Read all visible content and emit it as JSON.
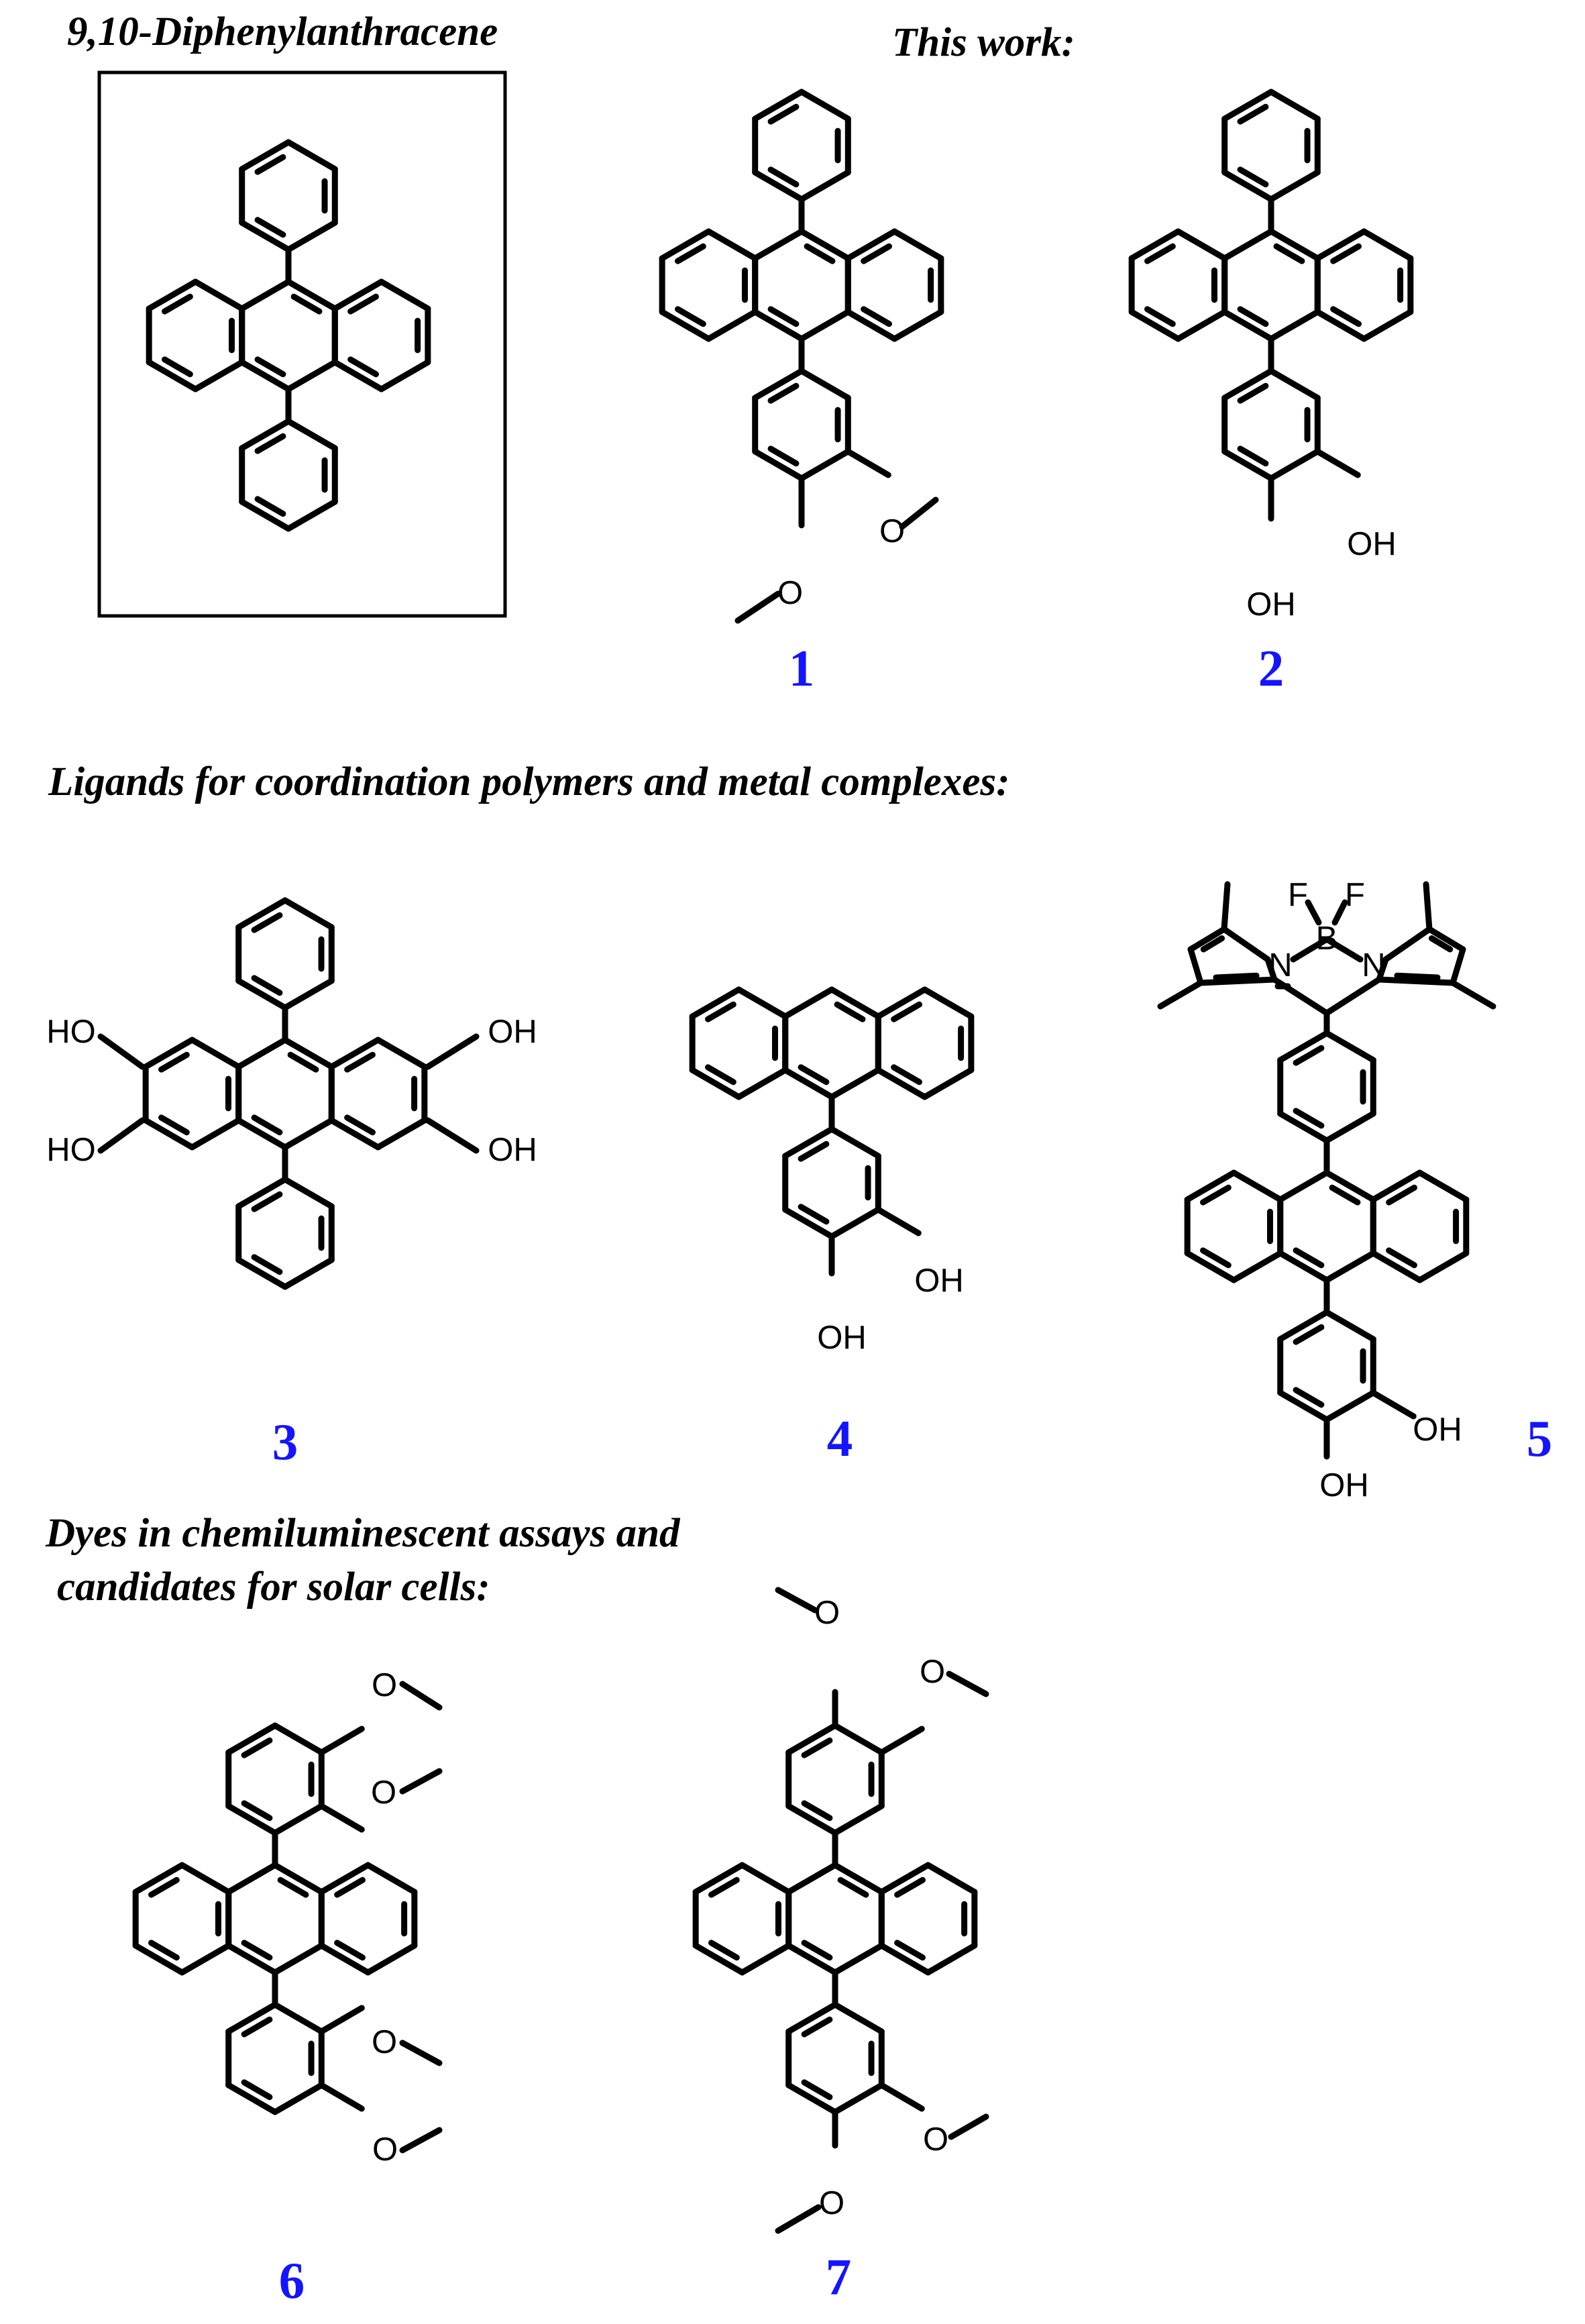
{
  "headings": {
    "dpa": "9,10-Diphenylanthracene",
    "this_work": "This work:",
    "ligands": "Ligands for coordination polymers and metal complexes:",
    "dyes_line1": "Dyes in chemiluminescent assays and",
    "dyes_line2": " candidates for solar cells:"
  },
  "compound_numbers": {
    "c1": "1",
    "c2": "2",
    "c3": "3",
    "c4": "4",
    "c5": "5",
    "c6": "6",
    "c7": "7"
  },
  "atom_labels": {
    "OH": "OH",
    "HO": "HO",
    "O": "O",
    "N": "N",
    "B": "B",
    "F": "F"
  },
  "colors": {
    "heading": "#000000",
    "compound_number": "#1414ff",
    "bond": "#000000"
  }
}
